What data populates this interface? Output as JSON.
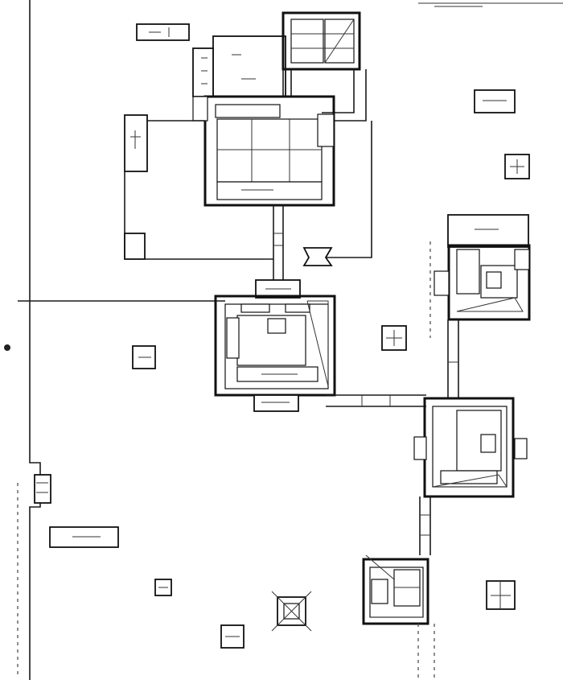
{
  "diagram": {
    "kind": "architectural site plan (hand-drawn building layout)",
    "ink_color": "#111111",
    "paper_color": "#ffffff",
    "buildings": [
      {
        "id": "north-complex",
        "rooms": 12
      },
      {
        "id": "central-hall",
        "rooms": 6
      },
      {
        "id": "east-complex",
        "rooms": 6
      },
      {
        "id": "southeast-complex",
        "rooms": 5
      },
      {
        "id": "south-complex",
        "rooms": 6
      }
    ],
    "small_structures": 12,
    "corridors": 6
  }
}
